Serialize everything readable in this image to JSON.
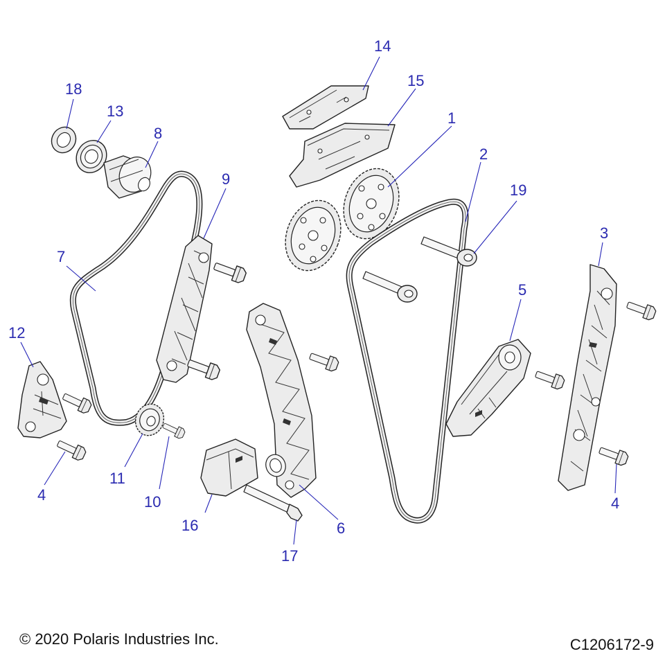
{
  "footer": {
    "copyright": "© 2020 Polaris Industries Inc.",
    "drawing_number": "C1206172-9"
  },
  "callouts": {
    "c1": "1",
    "c2": "2",
    "c3": "3",
    "c4a": "4",
    "c4b": "4",
    "c5": "5",
    "c6": "6",
    "c7": "7",
    "c8": "8",
    "c9": "9",
    "c10": "10",
    "c11": "11",
    "c12": "12",
    "c13": "13",
    "c14": "14",
    "c15": "15",
    "c16": "16",
    "c17": "17",
    "c18": "18",
    "c19": "19"
  },
  "colors": {
    "callout": "#2a2ab0",
    "line_art": "#222222"
  }
}
